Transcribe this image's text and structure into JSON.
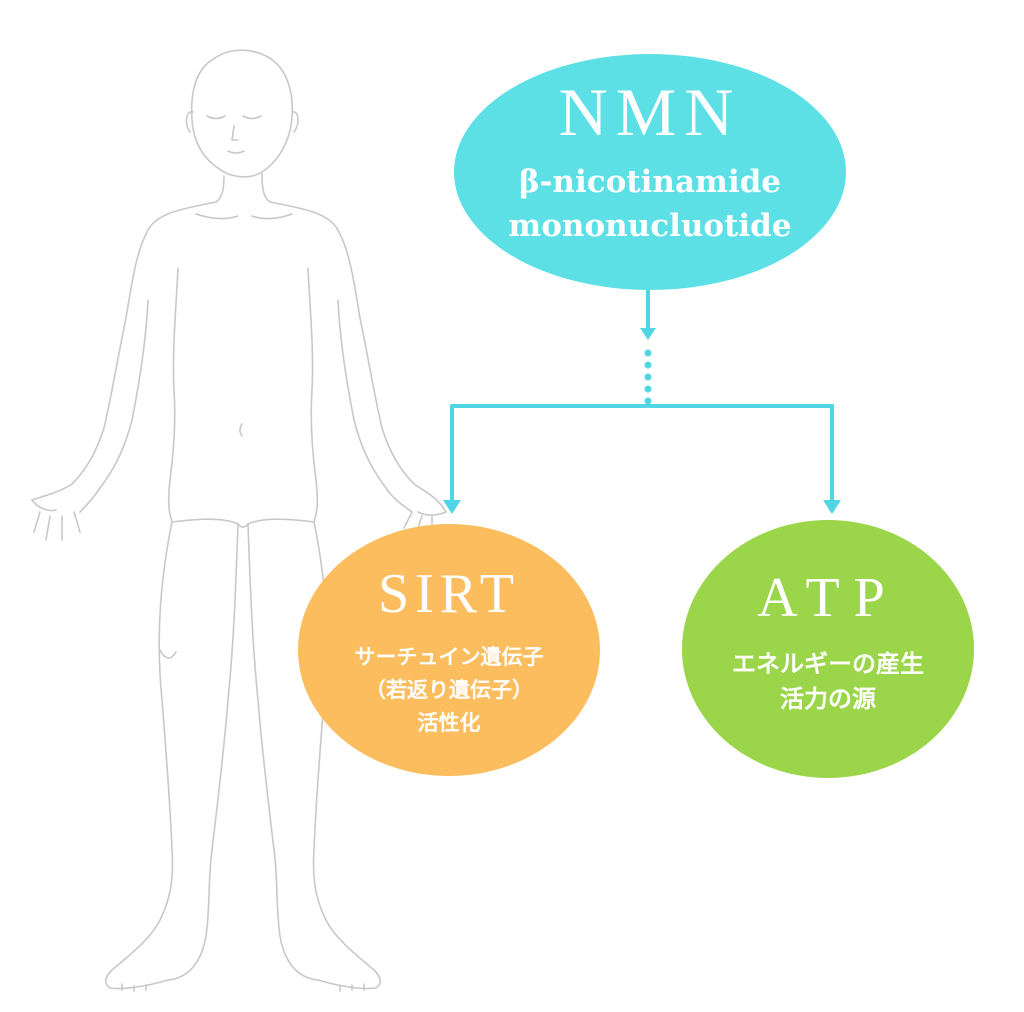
{
  "colors": {
    "nmn": "#5ce0e6",
    "sirt": "#fbbd5e",
    "atp": "#9bd54a",
    "connector": "#4fd5e3",
    "outline": "#c8c8c8",
    "text": "#ffffff"
  },
  "icons": {
    "figure": "human-body-outline-icon"
  },
  "nodes": {
    "nmn": {
      "title": "NMN",
      "lines": [
        "β-nicotinamide",
        "mononucluotide"
      ]
    },
    "sirt": {
      "title": "SIRT",
      "lines": [
        "サーチュイン遺伝子",
        "（若返り遺伝子）",
        "活性化"
      ]
    },
    "atp": {
      "title": "ATP",
      "lines": [
        "エネルギーの産生",
        "活力の源"
      ]
    }
  }
}
